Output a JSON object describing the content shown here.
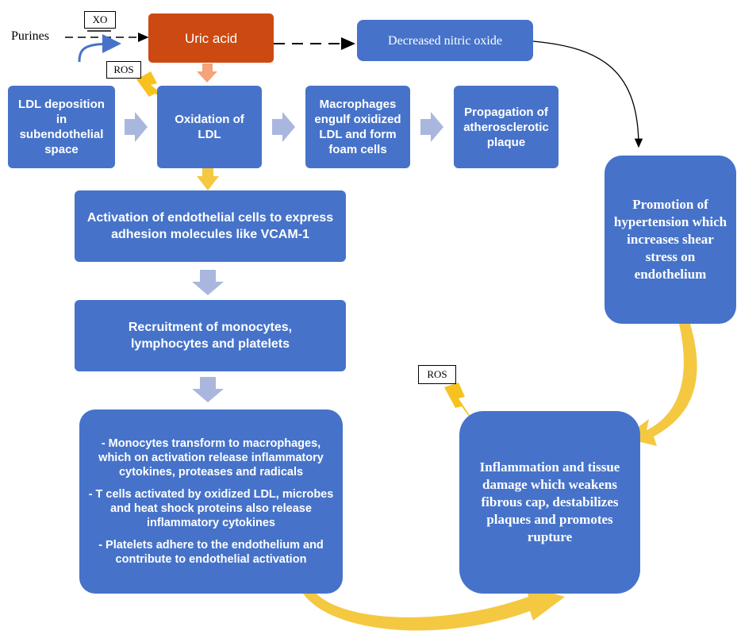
{
  "purines": "Purines",
  "xo": "XO",
  "ros_top": "ROS",
  "ros_bottom": "ROS",
  "uric_acid": "Uric acid",
  "nitric_oxide": "Decreased nitric oxide",
  "ldl_deposition": "LDL deposition in subendothelial space",
  "oxidation_ldl": "Oxidation of LDL",
  "macrophages": "Macrophages engulf oxidized LDL and form foam cells",
  "propagation": "Propagation of atherosclerotic plaque",
  "activation": "Activation of endothelial cells to express adhesion molecules like VCAM-1",
  "recruitment": "Recruitment of monocytes, lymphocytes and platelets",
  "detail_lines": [
    "- Monocytes transform to macrophages, which on activation release inflammatory cytokines, proteases and radicals",
    "- T cells activated by oxidized LDL, microbes and heat shock proteins also release inflammatory cytokines",
    "- Platelets adhere to the endothelium and contribute to endothelial activation"
  ],
  "hypertension": "Promotion of hypertension which increases shear stress on endothelium",
  "inflammation": "Inflammation and tissue damage which weakens fibrous cap, destabilizes plaques and promotes rupture",
  "colors": {
    "box_blue": "#4673c9",
    "uric_orange": "#cc4a12",
    "arrow_light": "#a9b7de",
    "arrow_yellow": "#f5c842",
    "arrow_peach": "#f4a37a",
    "lightning": "#f7c21f"
  }
}
